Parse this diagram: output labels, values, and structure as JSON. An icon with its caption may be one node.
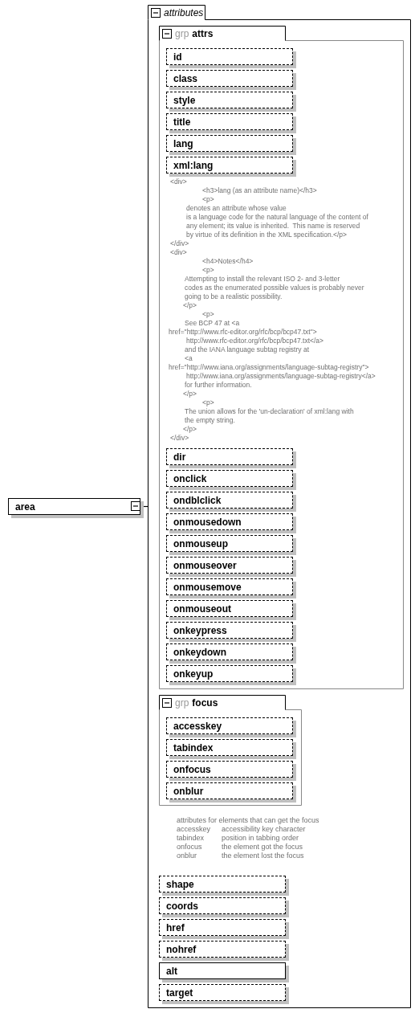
{
  "diagram": {
    "nodes": [
      {
        "text": [
          "area"
        ]
      },
      {
        "text": [
          "attributes"
        ]
      },
      {
        "text": [
          "grp",
          "attrs"
        ],
        "in": 1
      },
      {
        "text": [
          "id"
        ],
        "in": 2
      },
      {
        "text": [
          "class"
        ],
        "in": 2
      },
      {
        "text": [
          "style"
        ],
        "in": 2
      },
      {
        "text": [
          "title"
        ],
        "in": 2
      },
      {
        "text": [
          "lang"
        ],
        "in": 2
      },
      {
        "text": [
          "xml:lang"
        ],
        "in": 2,
        "beside": [
          "<div>",
          "<h3>lang (as an attribute name)</h3>",
          "<p>",
          "denotes an attribute whose value",
          "is a language code for the natural language of the content of",
          "any element; its value is inherited.  This name is reserved",
          "by virtue of its definition in the XML specification.</p>",
          "</div>",
          "<div>",
          "<h4>Notes</h4>",
          "<p>",
          "Attempting to install the relevant ISO 2- and 3-letter",
          "codes as the enumerated possible values is probably never",
          "going to be a realistic possibility.",
          "</p>",
          "<p>",
          "See BCP 47 at <a",
          "href=\"http://www.rfc-editor.org/rfc/bcp/bcp47.txt\">",
          "http://www.rfc-editor.org/rfc/bcp/bcp47.txt</a>",
          "and the IANA language subtag registry at",
          "<a",
          "href=\"http://www.iana.org/assignments/language-subtag-registry\">",
          "http://www.iana.org/assignments/language-subtag-registry</a>",
          "for further information.",
          "</p>",
          "<p>",
          "The union allows for the 'un-declaration' of xml:lang with",
          "the empty string.",
          "</p>",
          "</div>"
        ]
      },
      {
        "text": [
          "dir"
        ],
        "in": 2
      },
      {
        "text": [
          "onclick"
        ],
        "in": 2
      },
      {
        "text": [
          "ondblclick"
        ],
        "in": 2
      },
      {
        "text": [
          "onmousedown"
        ],
        "in": 2
      },
      {
        "text": [
          "onmouseup"
        ],
        "in": 2
      },
      {
        "text": [
          "onmouseover"
        ],
        "in": 2
      },
      {
        "text": [
          "onmousemove"
        ],
        "in": 2
      },
      {
        "text": [
          "onmouseout"
        ],
        "in": 2
      },
      {
        "text": [
          "onkeypress"
        ],
        "in": 2
      },
      {
        "text": [
          "onkeydown"
        ],
        "in": 2
      },
      {
        "text": [
          "onkeyup"
        ],
        "in": 2
      },
      {
        "text": [
          "grp",
          "focus"
        ],
        "in": 1,
        "beside": [
          "attributes for elements that can get the focus",
          "accesskey",
          "accessibility key character",
          "tabindex",
          "position in tabbing order",
          "onfocus",
          "the element got the focus",
          "onblur",
          "the element lost the focus"
        ]
      },
      {
        "text": [
          "accesskey"
        ],
        "in": 20
      },
      {
        "text": [
          "tabindex"
        ],
        "in": 20
      },
      {
        "text": [
          "onfocus"
        ],
        "in": 20
      },
      {
        "text": [
          "onblur"
        ],
        "in": 20
      },
      {
        "text": [
          "shape"
        ],
        "in": 1
      },
      {
        "text": [
          "coords"
        ],
        "in": 1
      },
      {
        "text": [
          "href"
        ],
        "in": 1
      },
      {
        "text": [
          "nohref"
        ],
        "in": 1
      },
      {
        "text": [
          "alt"
        ],
        "in": 1
      },
      {
        "text": [
          "target"
        ],
        "in": 1
      }
    ],
    "edges": [
      {
        "from": 0,
        "to": 1,
        "arrow": "none"
      }
    ]
  }
}
